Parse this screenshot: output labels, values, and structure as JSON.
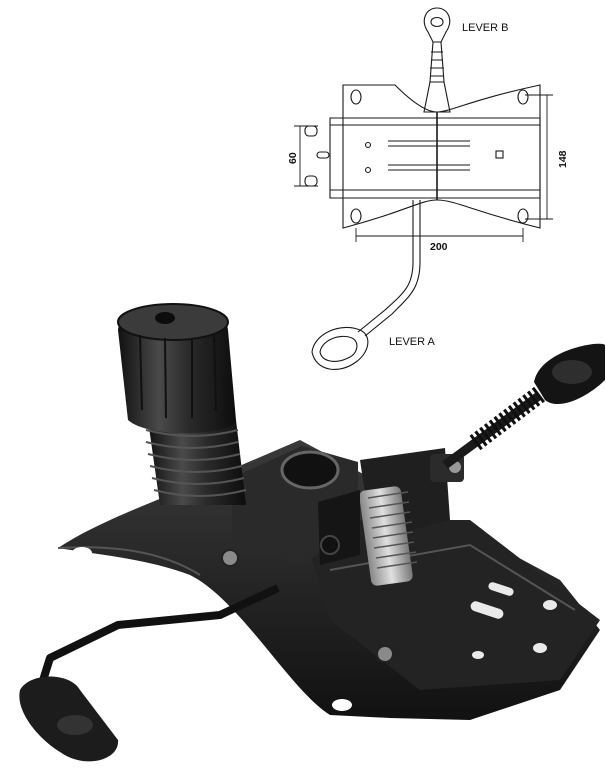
{
  "drawing": {
    "lever_b_label": "LEVER  B",
    "lever_a_label": "LEVER A",
    "dim_width": "200",
    "dim_height": "148",
    "dim_slot_pitch": "60"
  },
  "colors": {
    "line": "#1a1a1a",
    "metal_dark": "#1c1c1c",
    "metal_mid": "#2e2e2e",
    "metal_light": "#6a6a6a",
    "rubber": "#262626",
    "spring": "#b8b8b8"
  }
}
